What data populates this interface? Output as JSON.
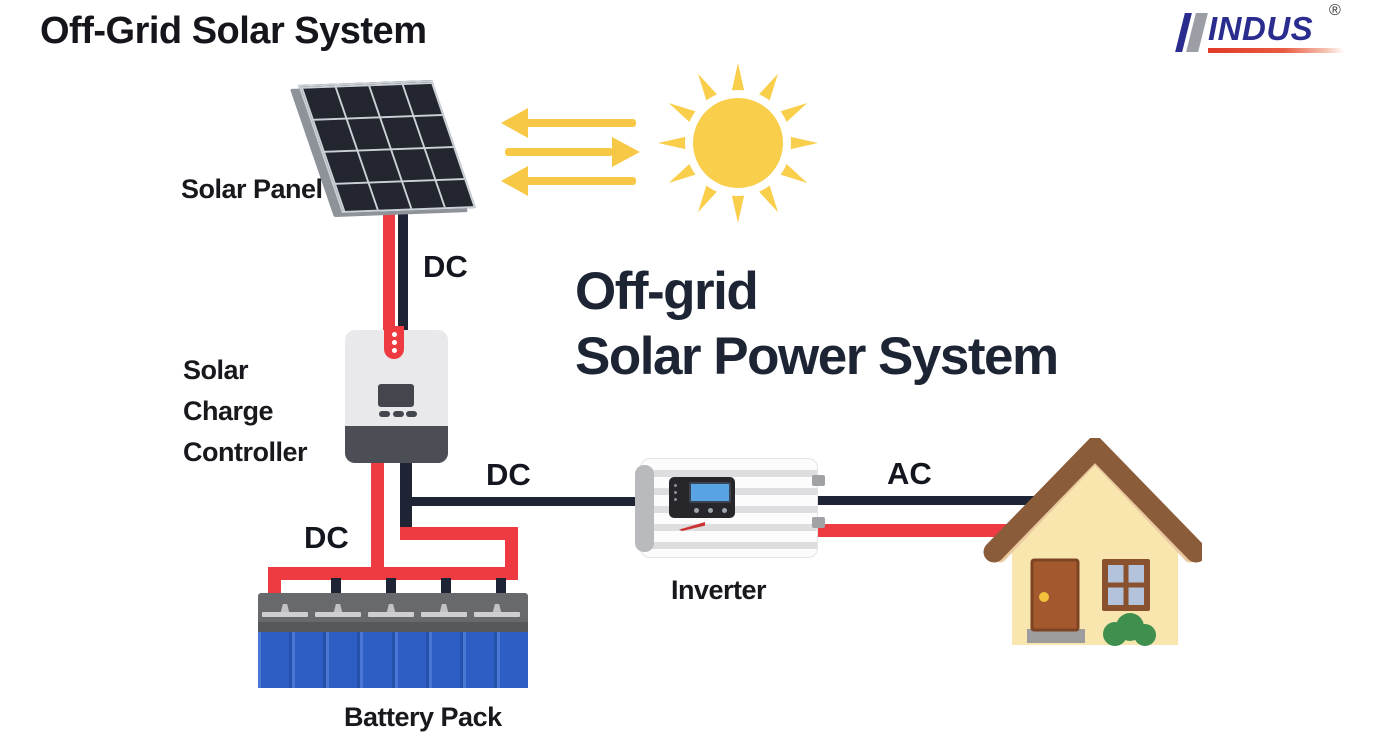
{
  "title": "Off-Grid Solar System",
  "logo": {
    "brand": "INDUS",
    "registered_mark": "®"
  },
  "heading": {
    "line1": "Off-grid",
    "line2": "Solar Power System"
  },
  "components": {
    "solar_panel": {
      "label": "Solar Panel"
    },
    "charge_controller": {
      "label_line1": "Solar",
      "label_line2": "Charge",
      "label_line3": "Controller"
    },
    "inverter": {
      "label": "Inverter"
    },
    "battery": {
      "label": "Battery Pack",
      "cell_count": 8
    },
    "sun": {
      "ray_count": 12
    },
    "house": {}
  },
  "wire_labels": {
    "panel_to_controller": "DC",
    "controller_to_inverter": "DC",
    "controller_to_battery": "DC",
    "inverter_to_house": "AC"
  },
  "colors": {
    "positive_wire_red": "#ee3b42",
    "negative_wire_dark": "#1e2433",
    "sun_yellow": "#f8ce4b",
    "arrow_yellow": "#f6c845",
    "battery_blue": "#2e5ec4",
    "brand_navy": "#2a2d8e",
    "heading_text": "#1d2534"
  },
  "diagram": {
    "type": "flow",
    "nodes": [
      "Sun",
      "Solar Panel",
      "Solar Charge Controller",
      "Battery Pack",
      "Inverter",
      "House"
    ],
    "edges": [
      {
        "from": "Sun",
        "to": "Solar Panel",
        "label": ""
      },
      {
        "from": "Solar Panel",
        "to": "Solar Charge Controller",
        "label": "DC"
      },
      {
        "from": "Solar Charge Controller",
        "to": "Battery Pack",
        "label": "DC"
      },
      {
        "from": "Solar Charge Controller",
        "to": "Inverter",
        "label": "DC"
      },
      {
        "from": "Inverter",
        "to": "House",
        "label": "AC"
      }
    ]
  }
}
